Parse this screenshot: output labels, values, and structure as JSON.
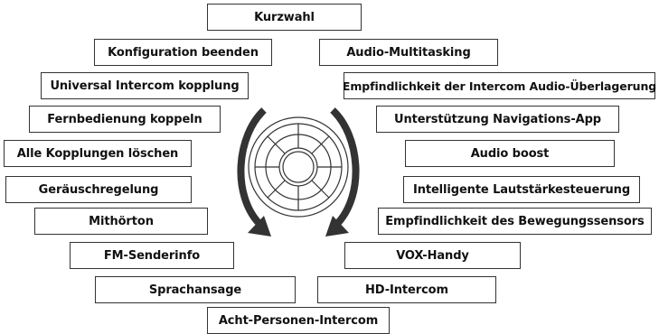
{
  "menu": {
    "kurzwahl": "Kurzwahl",
    "konfiguration_beenden": "Konfiguration beenden",
    "audio_multitasking": "Audio-Multitasking",
    "universal_intercom": "Universal Intercom kopplung",
    "empfindlichkeit_overlay": "Empfindlichkeit der Intercom Audio-Überlagerung",
    "fernbedienung": "Fernbedienung koppeln",
    "navigations_app": "Unterstützung Navigations-App",
    "alle_kopplungen": "Alle Kopplungen löschen",
    "audio_boost": "Audio boost",
    "geraeuschregelung": "Geräuschregelung",
    "lautstaerkesteuerung": "Intelligente Lautstärkesteuerung",
    "mithoerton": "Mithörton",
    "bewegungssensor": "Empfindlichkeit des Bewegungssensors",
    "fm_senderinfo": "FM-Senderinfo",
    "vox_handy": "VOX-Handy",
    "sprachansage": "Sprachansage",
    "hd_intercom": "HD-Intercom",
    "acht_personen": "Acht-Personen-Intercom"
  },
  "icons": {
    "dial": "jog-dial-icon",
    "left_arrow": "counterclockwise-arrow-icon",
    "right_arrow": "clockwise-arrow-icon"
  },
  "colors": {
    "stroke": "#333333",
    "arrow": "#333333"
  }
}
